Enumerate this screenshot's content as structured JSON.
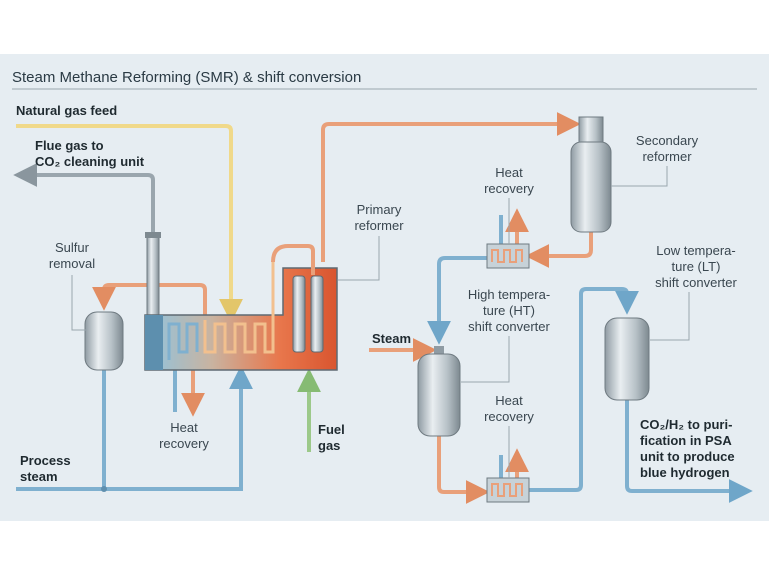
{
  "title": "Steam Methane Reforming (SMR) & shift conversion",
  "labels": {
    "natural_gas_feed": "Natural gas feed",
    "flue_gas_1": "Flue gas to",
    "flue_gas_2": "CO₂ cleaning unit",
    "sulfur_1": "Sulfur",
    "sulfur_2": "removal",
    "primary_1": "Primary",
    "primary_2": "reformer",
    "secondary_1": "Secondary",
    "secondary_2": "reformer",
    "heat_rec_top_1": "Heat",
    "heat_rec_top_2": "recovery",
    "heat_rec_left_1": "Heat",
    "heat_rec_left_2": "recovery",
    "heat_rec_bottom_1": "Heat",
    "heat_rec_bottom_2": "recovery",
    "lt_1": "Low tempera-",
    "lt_2": "ture (LT)",
    "lt_3": "shift converter",
    "ht_1": "High tempera-",
    "ht_2": "ture (HT)",
    "ht_3": "shift converter",
    "steam": "Steam",
    "fuel_1": "Fuel",
    "fuel_2": "gas",
    "process_1": "Process",
    "process_2": "steam",
    "product_1": "CO₂/H₂ to puri-",
    "product_2": "fication in PSA",
    "product_3": "unit to produce",
    "product_4": "blue hydrogen"
  },
  "colors": {
    "panel_bg": "#e6edf2",
    "pipe_blue": "#7fb0cf",
    "pipe_orange": "#e9a07a",
    "pipe_yellow": "#f0d98a",
    "pipe_green": "#9cc98a",
    "pipe_grey": "#9aa6ae",
    "furnace_red": "#e0603a"
  }
}
